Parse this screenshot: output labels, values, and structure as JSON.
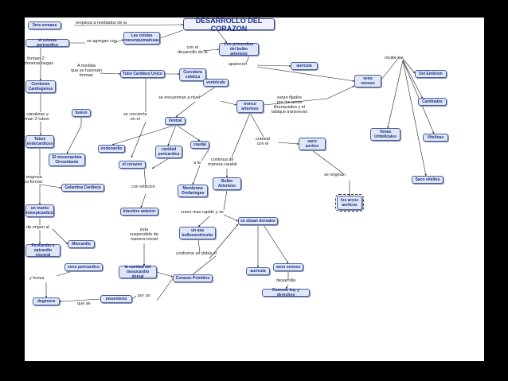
{
  "diagram": {
    "title": "DESARROLLO DEL CORAZON",
    "nodes": [
      {
        "id": "n_title",
        "label": "DESARROLLO DEL CORAZON",
        "kind": "title"
      },
      {
        "id": "n_3ra",
        "label": "3era semana"
      },
      {
        "id": "n_celoma",
        "label": "el celoma pericardico"
      },
      {
        "id": "n_cel_mes",
        "label": "Las celulas mesenquimatosas"
      },
      {
        "id": "n_primordios",
        "label": "Los primordios del bulbo arterioso"
      },
      {
        "id": "n_cordones",
        "label": "Cordones Cardiogenos"
      },
      {
        "id": "n_tubo_unico",
        "label": "Tubo Cardiaco Unico"
      },
      {
        "id": "n_curv",
        "label": "Curvatura cefalica"
      },
      {
        "id": "n_ventriculo",
        "label": "ventriculo"
      },
      {
        "id": "n_auricula1",
        "label": "auricula"
      },
      {
        "id": "n_seno_venoso1",
        "label": "seno venoso"
      },
      {
        "id": "n_del_embrion",
        "label": "Del Embrion"
      },
      {
        "id": "n_cardinales",
        "label": "Cardinales"
      },
      {
        "id": "n_venas_umb",
        "label": "Venas Umbilicales"
      },
      {
        "id": "n_vitelinas",
        "label": "Vitelinas"
      },
      {
        "id": "n_saco_vitelino",
        "label": "Saco vitelino"
      },
      {
        "id": "n_fusion",
        "label": "fusion"
      },
      {
        "id": "n_tubos_endo",
        "label": "Tubos endocardicos"
      },
      {
        "id": "n_mesenquima",
        "label": "El mesenquima Circundante"
      },
      {
        "id": "n_gelatina",
        "label": "Gelantina Cardiaca"
      },
      {
        "id": "n_manto",
        "label": "un manto mioepicardico"
      },
      {
        "id": "n_miocardio",
        "label": "Miocardio"
      },
      {
        "id": "n_pericardio_visc",
        "label": "Pericardio o epicardio visceral"
      },
      {
        "id": "n_seno_peric",
        "label": "seno pericardico"
      },
      {
        "id": "n_degenera",
        "label": "degenera"
      },
      {
        "id": "n_mesenterio",
        "label": "mesenterio"
      },
      {
        "id": "n_cavidad_dorsal",
        "label": "la cavidad del mesocardio dorsal"
      },
      {
        "id": "n_corazon_prim",
        "label": "Corazon Primitivo"
      },
      {
        "id": "n_ventral",
        "label": "Ventral"
      },
      {
        "id": "n_endocardio",
        "label": "endocardio"
      },
      {
        "id": "n_cav_peric",
        "label": "cavidad pericardica"
      },
      {
        "id": "n_caudal",
        "label": "caudal"
      },
      {
        "id": "n_el_corazon",
        "label": "el corazon"
      },
      {
        "id": "n_intestino",
        "label": "Intestino anterior"
      },
      {
        "id": "n_membrana",
        "label": "Membrana Orofaringea"
      },
      {
        "id": "n_bulbo",
        "label": "Bulbo Arterioso"
      },
      {
        "id": "n_tronco",
        "label": "tronco arterioso"
      },
      {
        "id": "n_saco_aortico",
        "label": "saco aortico"
      },
      {
        "id": "n_arcos",
        "label": "los arcos aorticos",
        "selected": true
      },
      {
        "id": "n_surco",
        "label": "se situan dorsales"
      },
      {
        "id": "n_asa",
        "label": "un asa bulboventricular"
      },
      {
        "id": "n_auricula2",
        "label": "auricula"
      },
      {
        "id": "n_seno_venoso2",
        "label": "seno venoso"
      },
      {
        "id": "n_cuernos",
        "label": "Cuernos Izq. y derechos"
      }
    ],
    "linking_phrases": [
      "empieza a mediados de la",
      "se agregan con",
      "forman 2\ncordoneras largas",
      "A medida\nque se fusionan\nforman",
      "con el\ndesarrollo de la",
      "aparecen",
      "recibe las",
      "se canalizan y\nforman 2 tubos",
      "se convierte\nen el",
      "se encuentran a nivel",
      "estan fijados\npor los arcos\nBranquiales y el\ntabique transverso",
      "craneal\ncon el",
      "se originan",
      "se engrosa\npara formar",
      "da origen al",
      "con relacion",
      "a la",
      "continua de\nmanera caudal",
      "crece mas rapido y se",
      "esta\nsuspendido de\nmanera inicial",
      "conforme se dobla el",
      "y forma",
      "desarrolla",
      "por un",
      "que se"
    ]
  }
}
